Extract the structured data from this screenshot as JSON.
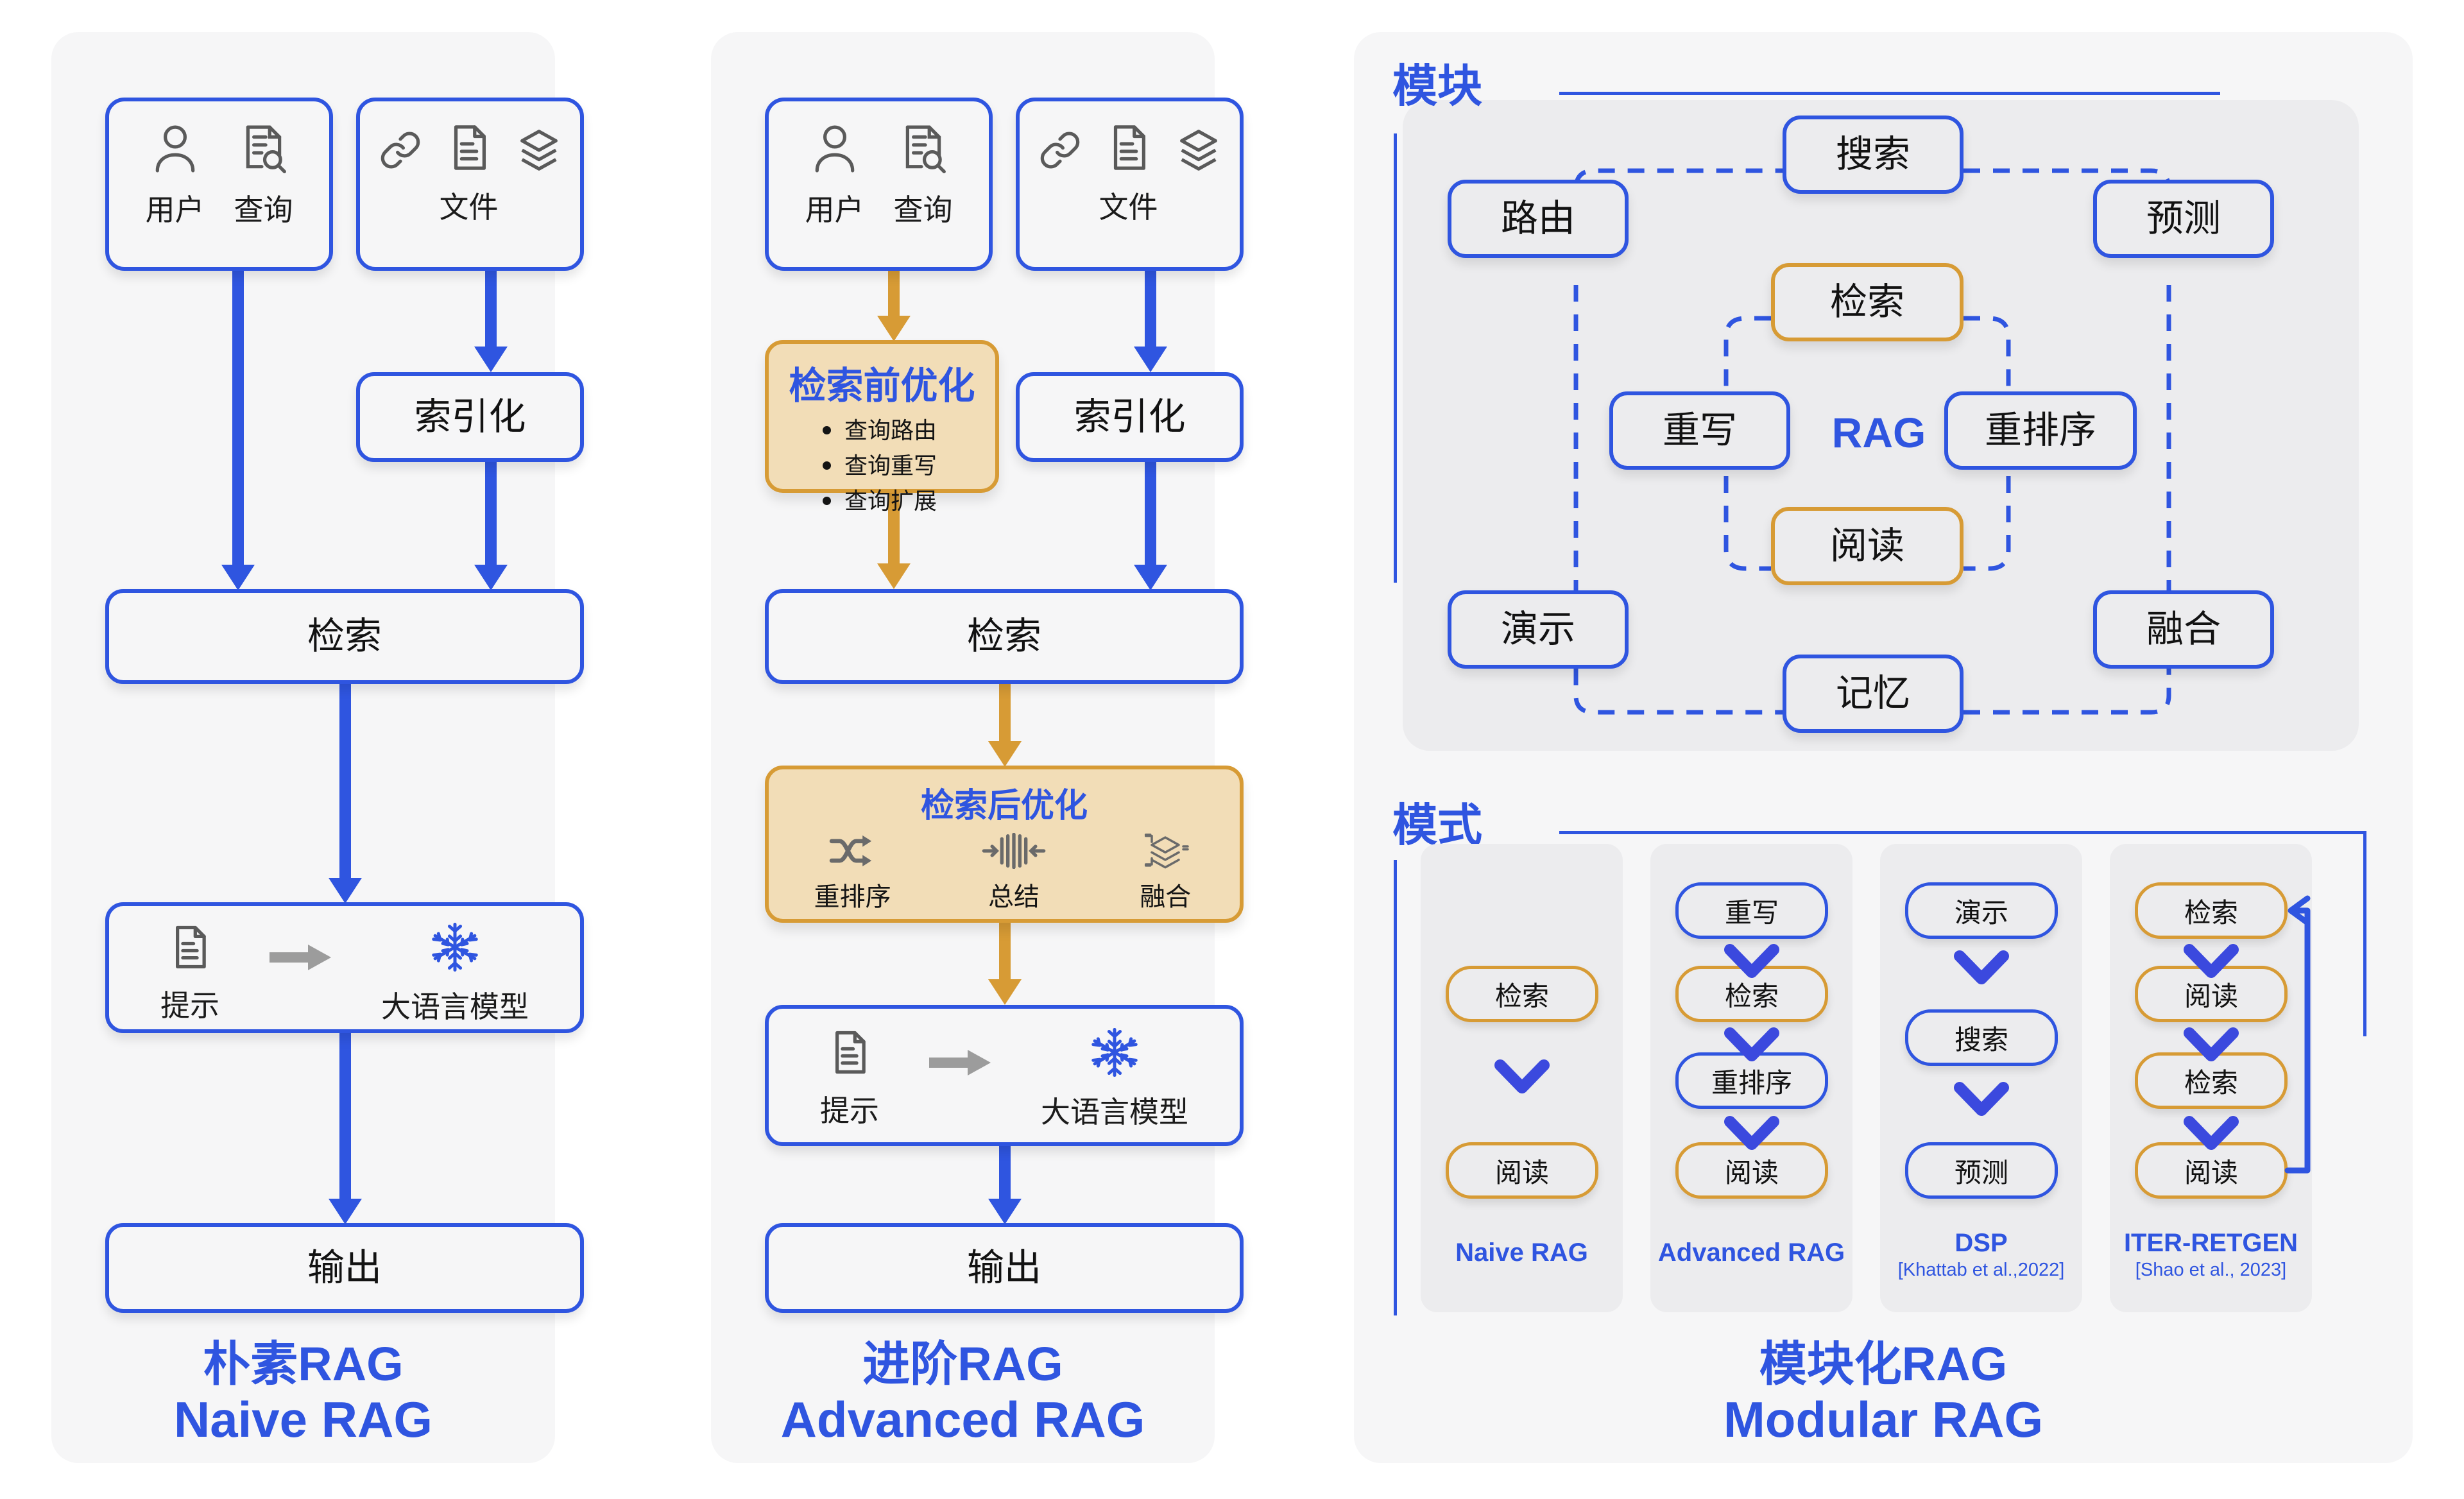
{
  "colors": {
    "blue": "#2f55e0",
    "orange": "#d79b35",
    "panel_bg": "#f6f6f7",
    "node_bg": "#ececee",
    "callout_bg": "#f2ddb7",
    "text": "#121212"
  },
  "naive": {
    "title_cn": "朴素RAG",
    "title_en": "Naive RAG",
    "user_query_card": {
      "items": [
        {
          "icon": "user-icon",
          "label": "用户"
        },
        {
          "icon": "document-search-icon",
          "label": "查询"
        }
      ]
    },
    "documents_card": {
      "items": [
        {
          "icon": "link-icon",
          "label": ""
        },
        {
          "icon": "document-icon",
          "label": "文件"
        },
        {
          "icon": "layers-icon",
          "label": ""
        }
      ],
      "label": "文件"
    },
    "indexing": "索引化",
    "retrieval": "检索",
    "llm_card": {
      "prompt_icon": "document-icon",
      "prompt_label": "提示",
      "arrow_icon": "arrow-right-icon",
      "llm_icon": "snowflake-icon",
      "llm_label": "大语言模型"
    },
    "output": "输出"
  },
  "advanced": {
    "title_cn": "进阶RAG",
    "title_en": "Advanced RAG",
    "user_query_card": {
      "items": [
        {
          "icon": "user-icon",
          "label": "用户"
        },
        {
          "icon": "document-search-icon",
          "label": "查询"
        }
      ]
    },
    "documents_card": {
      "label": "文件"
    },
    "pre_retrieval": {
      "title": "检索前优化",
      "bullets": [
        "查询路由",
        "查询重写",
        "查询扩展"
      ]
    },
    "indexing": "索引化",
    "retrieval": "检索",
    "post_retrieval": {
      "title": "检索后优化",
      "items": [
        {
          "icon": "shuffle-icon",
          "label": "重排序"
        },
        {
          "icon": "summarize-icon",
          "label": "总结"
        },
        {
          "icon": "fusion-layers-icon",
          "label": "融合"
        }
      ]
    },
    "llm_card": {
      "prompt_label": "提示",
      "llm_label": "大语言模型"
    },
    "output": "输出"
  },
  "modular": {
    "title_cn": "模块化RAG",
    "title_en": "Modular RAG",
    "modules_heading": "模块",
    "patterns_heading": "模式",
    "center_label": "RAG",
    "module_nodes": [
      {
        "id": "search",
        "label": "搜索",
        "style": "blue"
      },
      {
        "id": "route",
        "label": "路由",
        "style": "blue"
      },
      {
        "id": "predict",
        "label": "预测",
        "style": "blue"
      },
      {
        "id": "retrieve",
        "label": "检索",
        "style": "orange"
      },
      {
        "id": "rewrite",
        "label": "重写",
        "style": "blue"
      },
      {
        "id": "rerank",
        "label": "重排序",
        "style": "blue"
      },
      {
        "id": "read",
        "label": "阅读",
        "style": "orange"
      },
      {
        "id": "demonstrate",
        "label": "演示",
        "style": "blue"
      },
      {
        "id": "fusion",
        "label": "融合",
        "style": "blue"
      },
      {
        "id": "memory",
        "label": "记忆",
        "style": "blue"
      }
    ],
    "patterns": [
      {
        "name": "Naive RAG",
        "cite": "",
        "steps": [
          {
            "label": "检索",
            "style": "orange"
          },
          {
            "label": "阅读",
            "style": "orange"
          }
        ]
      },
      {
        "name": "Advanced RAG",
        "cite": "",
        "steps": [
          {
            "label": "重写",
            "style": "blue"
          },
          {
            "label": "检索",
            "style": "orange"
          },
          {
            "label": "重排序",
            "style": "blue"
          },
          {
            "label": "阅读",
            "style": "orange"
          }
        ]
      },
      {
        "name": "DSP",
        "cite": "[Khattab et al.,2022]",
        "steps": [
          {
            "label": "演示",
            "style": "blue"
          },
          {
            "label": "搜索",
            "style": "blue"
          },
          {
            "label": "预测",
            "style": "blue"
          }
        ]
      },
      {
        "name": "ITER-RETGEN",
        "cite": "[Shao et al., 2023]",
        "steps": [
          {
            "label": "检索",
            "style": "orange"
          },
          {
            "label": "阅读",
            "style": "orange"
          },
          {
            "label": "检索",
            "style": "orange"
          },
          {
            "label": "阅读",
            "style": "orange"
          }
        ],
        "loop_back": true
      }
    ]
  }
}
